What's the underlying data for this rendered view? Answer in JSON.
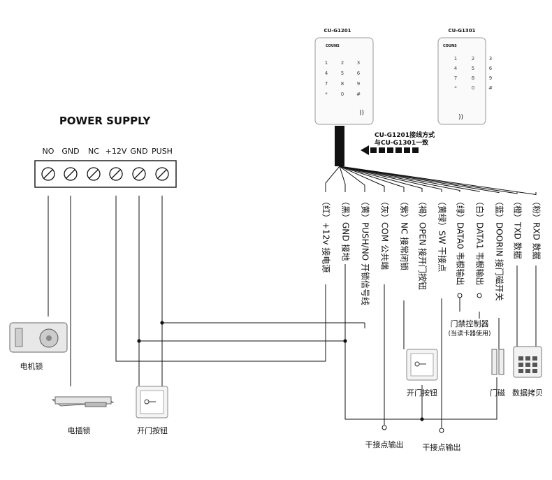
{
  "power_supply": {
    "title": "POWER SUPPLY",
    "terminals": [
      "NO",
      "GND",
      "NC",
      "+12V",
      "GND",
      "PUSH"
    ]
  },
  "devices": {
    "reader1": {
      "model": "CU-G1201",
      "brand": "COUNS",
      "keys": [
        "1",
        "2",
        "3",
        "4",
        "5",
        "6",
        "7",
        "8",
        "9",
        "*",
        "0",
        "#"
      ]
    },
    "reader2": {
      "model": "CU-G1301",
      "brand": "COUNS",
      "keys": [
        "1",
        "2",
        "3",
        "4",
        "5",
        "6",
        "7",
        "8",
        "9",
        "*",
        "0",
        "#"
      ]
    }
  },
  "note": {
    "line1": "CU-G1201接线方式",
    "line2": "与CU-G1301一致"
  },
  "wires": [
    {
      "label": "（红）+12v 接电源"
    },
    {
      "label": "（黑）GND 接地"
    },
    {
      "label": "（黄）PUSH/NO 开锁信号线"
    },
    {
      "label": "（灰）COM 公共端"
    },
    {
      "label": "（紫）NC 接常闭锁"
    },
    {
      "label": "（褐）OPEN 接开门按钮"
    },
    {
      "label": "（黄绿）SW 干接点"
    },
    {
      "label": "（绿）DATA0 韦根输出"
    },
    {
      "label": "（白）DATA1 韦根输出"
    },
    {
      "label": "（蓝）DOORIN 接门磁开关"
    },
    {
      "label": "（橙）TXD 数据"
    },
    {
      "label": "（粉）RXD 数据"
    }
  ],
  "labels": {
    "electric_lock": "电机锁",
    "bolt_lock": "电插锁",
    "exit_button_left": "开门按钮",
    "exit_button_right": "开门按钮",
    "door_sensor": "门磁",
    "data_copy": "数据拷贝",
    "controller": "门禁控制器",
    "controller_note": "(当读卡器使用)",
    "dry_contact_1": "干接点输出",
    "dry_contact_2": "干接点输出"
  }
}
